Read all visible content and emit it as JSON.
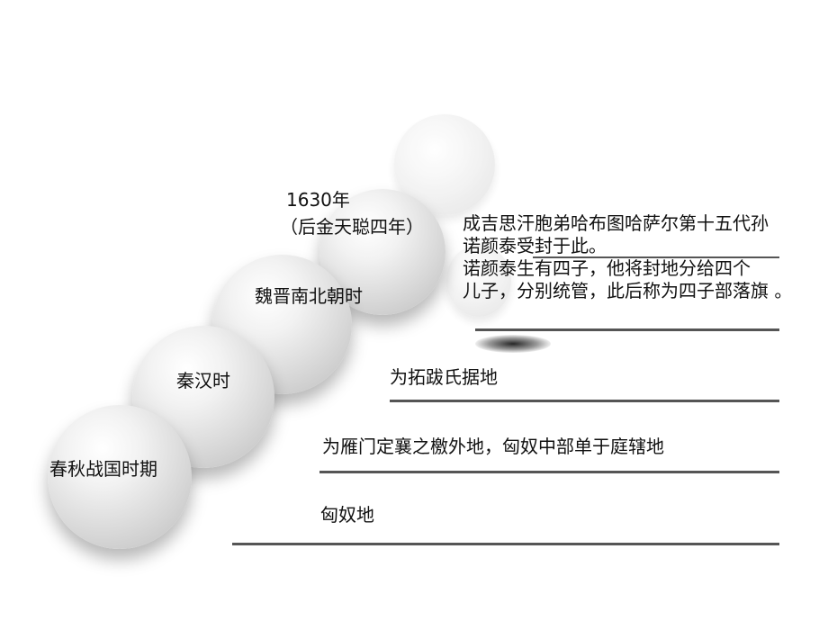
{
  "stages": {
    "s1": "春秋战国时期",
    "s2": "秦汉时",
    "s3": "魏晋南北朝时",
    "s4_year": "1630年",
    "s4_era": "（后金天聪四年）"
  },
  "descriptions": {
    "d1": "匈奴地",
    "d2": "为雁门定襄之檄外地，匈奴中部单于庭辖地",
    "d3": "为拓跋氏据地",
    "d4_lines": [
      "成吉思汗胞弟哈布图哈萨尔第十五代孙",
      "诺颜泰受封于此。",
      "诺颜泰生有四子，他将封地分给四个",
      "儿子，分别统管，此后称为四子部落旗 。"
    ]
  }
}
